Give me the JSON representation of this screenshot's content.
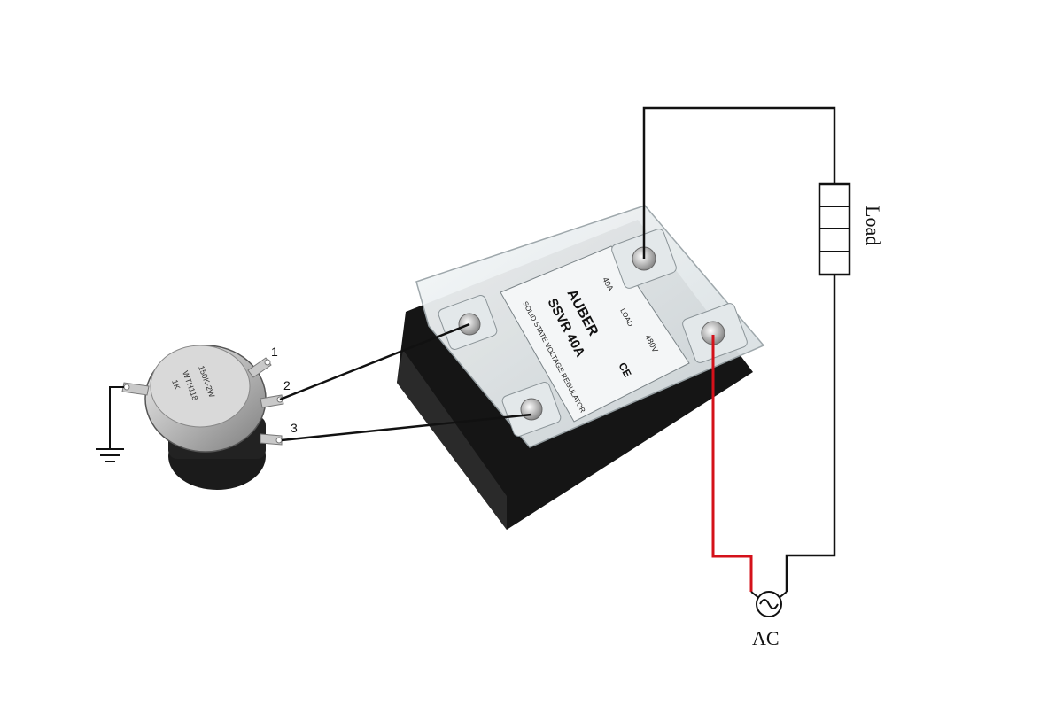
{
  "pins": {
    "pin1": "1",
    "pin2": "2",
    "pin3": "3"
  },
  "load_label": "Load",
  "ac_label": "AC",
  "relay": {
    "brand": "AUBER",
    "model": "SSVR 40A",
    "subtitle": "SOLID STATE VOLTAGE REGULATOR",
    "current": "40A",
    "voltage": "480V",
    "load_tag": "LOAD",
    "ce_mark": "CE"
  },
  "potentiometer": {
    "line1": "WTH118",
    "line2": "150K-2W",
    "line3": "1K"
  },
  "colors": {
    "wire": "#111111",
    "live_wire": "#d4111a",
    "relay_body": "#1a1a1a",
    "relay_cover": "#e9eef0"
  },
  "icons": [
    "ground-symbol-icon",
    "ac-source-icon",
    "load-resistor-icon"
  ]
}
